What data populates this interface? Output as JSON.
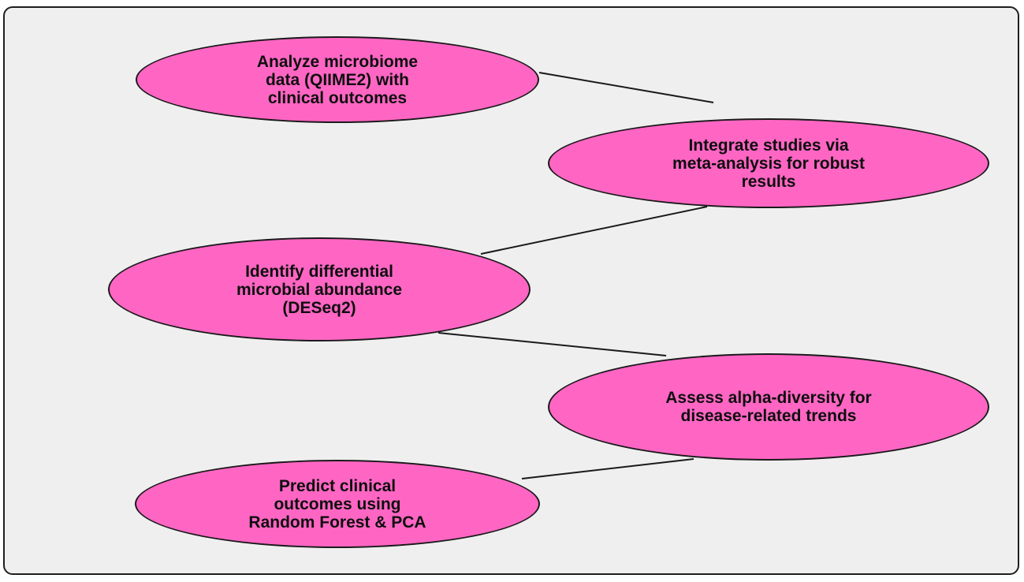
{
  "diagram": {
    "nodes": [
      {
        "id": "n1",
        "text": "Analyze microbiome\ndata (QIIME2) with\nclinical outcomes"
      },
      {
        "id": "n2",
        "text": "Integrate studies via\nmeta-analysis for robust\nresults"
      },
      {
        "id": "n3",
        "text": "Identify differential\nmicrobial abundance\n(DESeq2)"
      },
      {
        "id": "n4",
        "text": "Assess alpha-diversity for\ndisease-related trends"
      },
      {
        "id": "n5",
        "text": "Predict clinical\noutcomes using\nRandom Forest & PCA"
      }
    ],
    "edges": [
      {
        "from": "n1",
        "to": "n2"
      },
      {
        "from": "n2",
        "to": "n3"
      },
      {
        "from": "n3",
        "to": "n4"
      },
      {
        "from": "n4",
        "to": "n5"
      }
    ],
    "colors": {
      "node_fill": "#ff66c4",
      "node_border": "#1a1a1a",
      "background": "#efefef",
      "connector": "#1a1a1a"
    }
  }
}
